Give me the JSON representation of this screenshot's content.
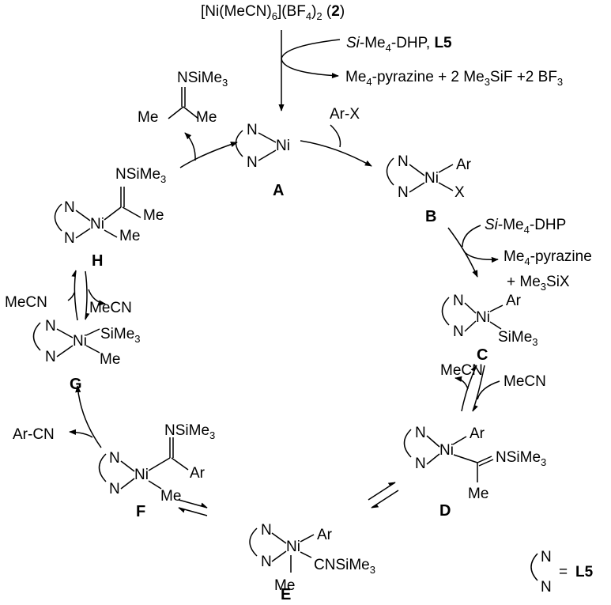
{
  "precatalyst": {
    "formula": "[Ni(MeCN)",
    "sub1": "6",
    "mid": "](BF",
    "sub2": "4",
    "close": ")",
    "sub3": "2",
    "num_open": " (",
    "num": "2",
    "num_close": ")"
  },
  "reagent_top": {
    "si": "Si",
    "rest": "-Me",
    "sub": "4",
    "rest2": "-DHP, ",
    "ligand": "L5"
  },
  "byproduct_top": {
    "a": "Me",
    "a_sub": "4",
    "b": "-pyrazine + 2 Me",
    "b_sub": "3",
    "c": "SiF +2 BF",
    "c_sub": "3"
  },
  "ketimine": {
    "n": "NSiMe",
    "n_sub": "3",
    "me_left": "Me",
    "me_right": "Me"
  },
  "arx": "Ar-X",
  "reagent_bc": {
    "si": "Si",
    "rest": "-Me",
    "sub": "4",
    "rest2": "-DHP"
  },
  "byproduct_bc": {
    "a": "Me",
    "a_sub": "4",
    "b": "-pyrazine",
    "c": "+ Me",
    "c_sub": "3",
    "d": "SiX"
  },
  "mecn": {
    "h_in": "MeCN",
    "h_out": "MeCN",
    "cd_out": "MeCN",
    "cd_in": "MeCN"
  },
  "arcn": "Ar-CN",
  "atoms": {
    "n": "N",
    "ni": "Ni",
    "ar": "Ar",
    "x": "X",
    "me": "Me",
    "si": "SiMe",
    "si_sub": "3",
    "imine": "NSiMe",
    "imine_sub": "3",
    "cn": "CNSiMe",
    "cn_sub": "3"
  },
  "labels": {
    "A": "A",
    "B": "B",
    "C": "C",
    "D": "D",
    "E": "E",
    "F": "F",
    "G": "G",
    "H": "H"
  },
  "legend": {
    "n": "N",
    "eq": " = ",
    "l5": "L5"
  }
}
